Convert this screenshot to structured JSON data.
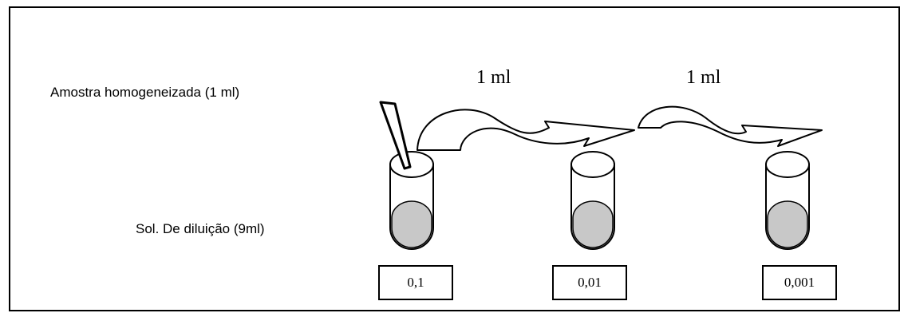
{
  "labels": {
    "sample": "Amostra homogeneizada (1 ml)",
    "diluent": "Sol. De diluição (9ml)"
  },
  "transfers": [
    {
      "volume": "1 ml"
    },
    {
      "volume": "1 ml"
    }
  ],
  "dilutions": [
    "0,1",
    "0,01",
    "0,001"
  ],
  "colors": {
    "outline": "#000000",
    "liquid": "#c8c8c8",
    "background": "#ffffff"
  }
}
